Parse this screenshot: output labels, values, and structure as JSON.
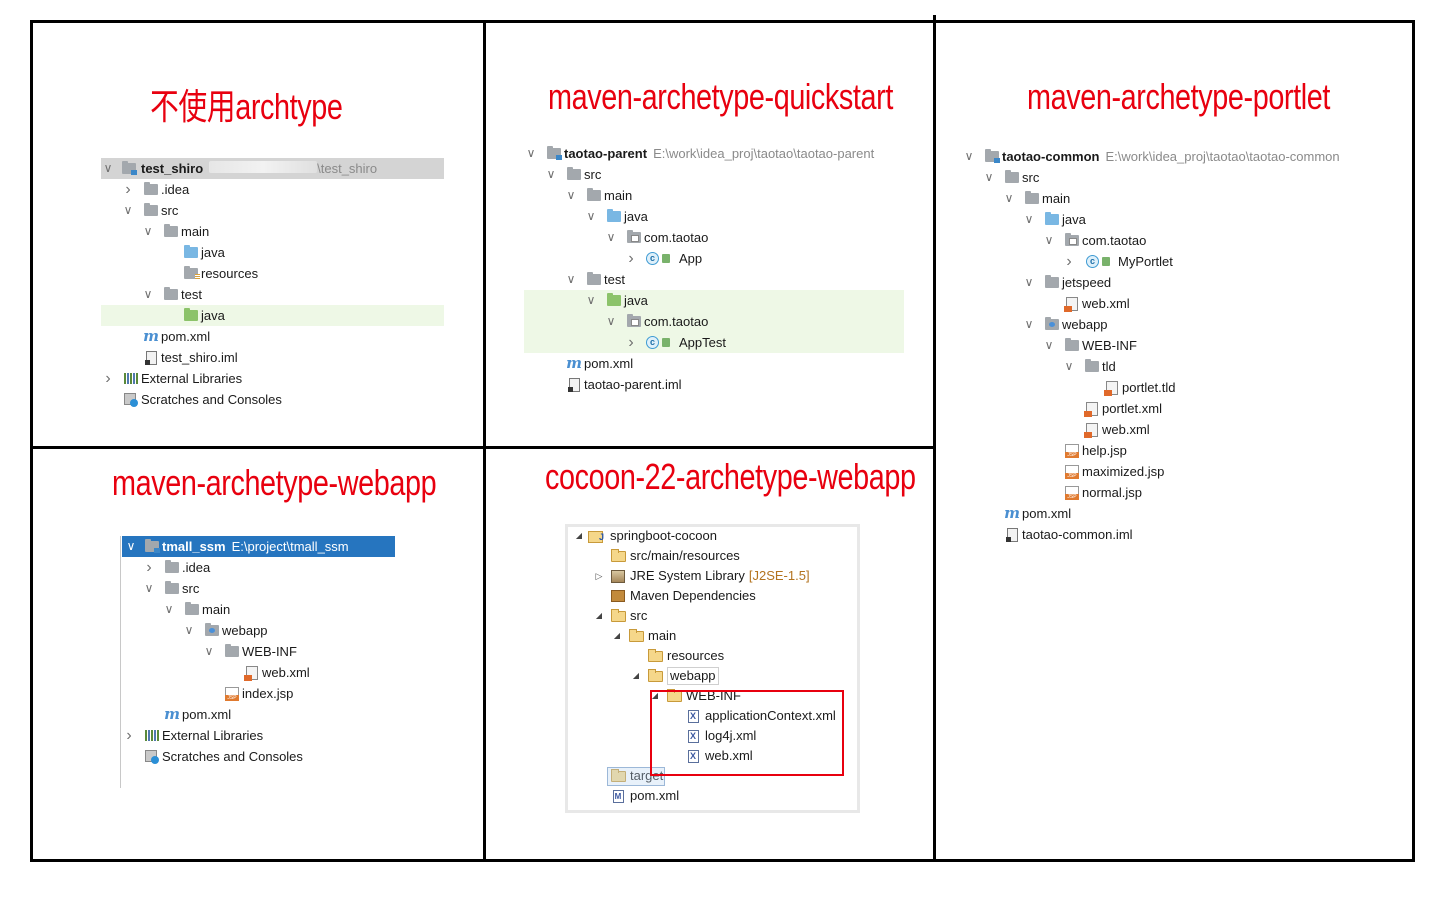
{
  "titles": {
    "no_archetype": "不使用archtype",
    "quickstart": "maven-archetype-quickstart",
    "portlet": "maven-archetype-portlet",
    "webapp": "maven-archetype-webapp",
    "cocoon": "cocoon-22-archetype-webapp"
  },
  "no_archetype_tree": {
    "root": "test_shiro",
    "root_path": "\\test_shiro",
    "idea": ".idea",
    "src": "src",
    "main": "main",
    "java": "java",
    "resources": "resources",
    "test": "test",
    "test_java": "java",
    "pom": "pom.xml",
    "iml": "test_shiro.iml",
    "ext_libs": "External Libraries",
    "scratches": "Scratches and Consoles"
  },
  "quickstart_tree": {
    "root": "taotao-parent",
    "root_path": "E:\\work\\idea_proj\\taotao\\taotao-parent",
    "src": "src",
    "main": "main",
    "java": "java",
    "pkg": "com.taotao",
    "app": "App",
    "test": "test",
    "test_java": "java",
    "test_pkg": "com.taotao",
    "app_test": "AppTest",
    "pom": "pom.xml",
    "iml": "taotao-parent.iml"
  },
  "portlet_tree": {
    "root": "taotao-common",
    "root_path": "E:\\work\\idea_proj\\taotao\\taotao-common",
    "src": "src",
    "main": "main",
    "java": "java",
    "pkg": "com.taotao",
    "portlet_class": "MyPortlet",
    "jetspeed": "jetspeed",
    "jetspeed_web": "web.xml",
    "webapp": "webapp",
    "webinf": "WEB-INF",
    "tld": "tld",
    "portlet_tld": "portlet.tld",
    "portlet_xml": "portlet.xml",
    "web_xml": "web.xml",
    "help_jsp": "help.jsp",
    "maximized_jsp": "maximized.jsp",
    "normal_jsp": "normal.jsp",
    "pom": "pom.xml",
    "iml": "taotao-common.iml"
  },
  "webapp_tree": {
    "root": "tmall_ssm",
    "root_path": "E:\\project\\tmall_ssm",
    "idea": ".idea",
    "src": "src",
    "main": "main",
    "webapp": "webapp",
    "webinf": "WEB-INF",
    "web_xml": "web.xml",
    "index_jsp": "index.jsp",
    "pom": "pom.xml",
    "ext_libs": "External Libraries",
    "scratches": "Scratches and Consoles"
  },
  "cocoon_tree": {
    "root": "springboot-cocoon",
    "src_main_res": "src/main/resources",
    "jre": "JRE System Library",
    "jre_ver": "[J2SE-1.5]",
    "maven_deps": "Maven Dependencies",
    "src": "src",
    "main": "main",
    "resources": "resources",
    "webapp": "webapp",
    "webinf": "WEB-INF",
    "app_ctx": "applicationContext.xml",
    "log4j": "log4j.xml",
    "web_xml": "web.xml",
    "target": "target",
    "pom": "pom.xml"
  },
  "colors": {
    "title_red": "#e8000f",
    "selection_blue": "#2675bf",
    "test_green_bg": "#eef8e6"
  }
}
